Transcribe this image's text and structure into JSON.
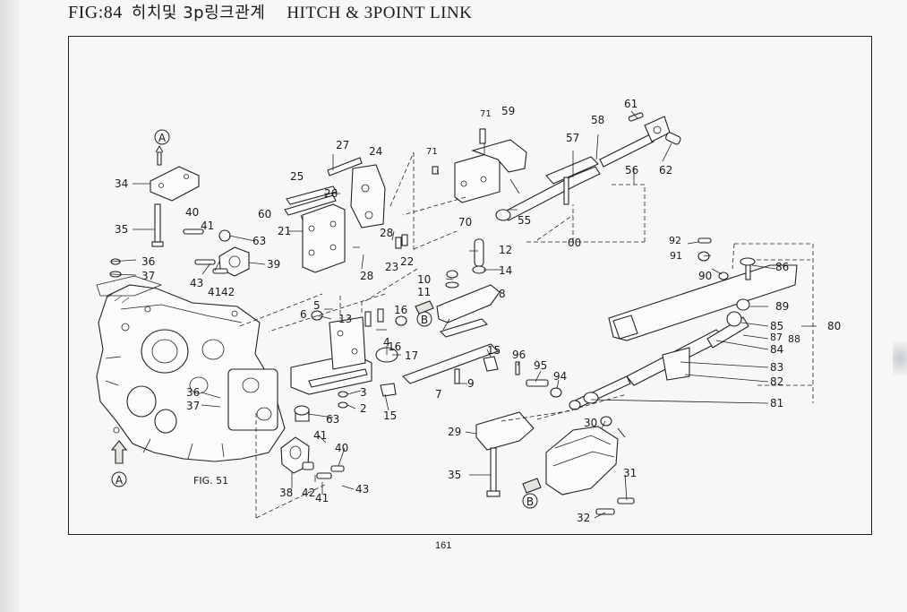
{
  "page": {
    "fig_code": "FIG:84",
    "title_korean": "히치및 3p링크관계",
    "title_english": "HITCH & 3POINT  LINK",
    "page_number": "161"
  },
  "references": {
    "view_a": "A",
    "view_b": "B",
    "fig_ref": "FIG. 51"
  },
  "callouts": {
    "p0": "00",
    "p2": "2",
    "p3": "3",
    "p4": "4",
    "p5": "5",
    "p6": "6",
    "p7": "7",
    "p8": "8",
    "p9": "9",
    "p10": "10",
    "p11": "11",
    "p12": "12",
    "p13": "13",
    "p14": "14",
    "p15": "15",
    "p16": "16",
    "p17": "17",
    "p21": "21",
    "p22": "22",
    "p23": "23",
    "p24": "24",
    "p25": "25",
    "p26": "26",
    "p27": "27",
    "p28": "28",
    "p29": "29",
    "p30": "30",
    "p31": "31",
    "p32": "32",
    "p34": "34",
    "p35": "35",
    "p36": "36",
    "p37": "37",
    "p38": "38",
    "p39": "39",
    "p40": "40",
    "p41": "41",
    "p42": "42",
    "p43": "43",
    "p55": "55",
    "p56": "56",
    "p57": "57",
    "p58": "58",
    "p59": "59",
    "p60": "60",
    "p61": "61",
    "p62": "62",
    "p63": "63",
    "p70": "70",
    "p71": "71",
    "p80": "80",
    "p81": "81",
    "p82": "82",
    "p83": "83",
    "p84": "84",
    "p85": "85",
    "p86": "86",
    "p87": "87",
    "p88": "88",
    "p89": "89",
    "p90": "90",
    "p91": "91",
    "p92": "92",
    "p94": "94",
    "p95": "95",
    "p96": "96"
  },
  "colors": {
    "ink": "#1a1a1a",
    "paper": "#f7f7f5"
  }
}
